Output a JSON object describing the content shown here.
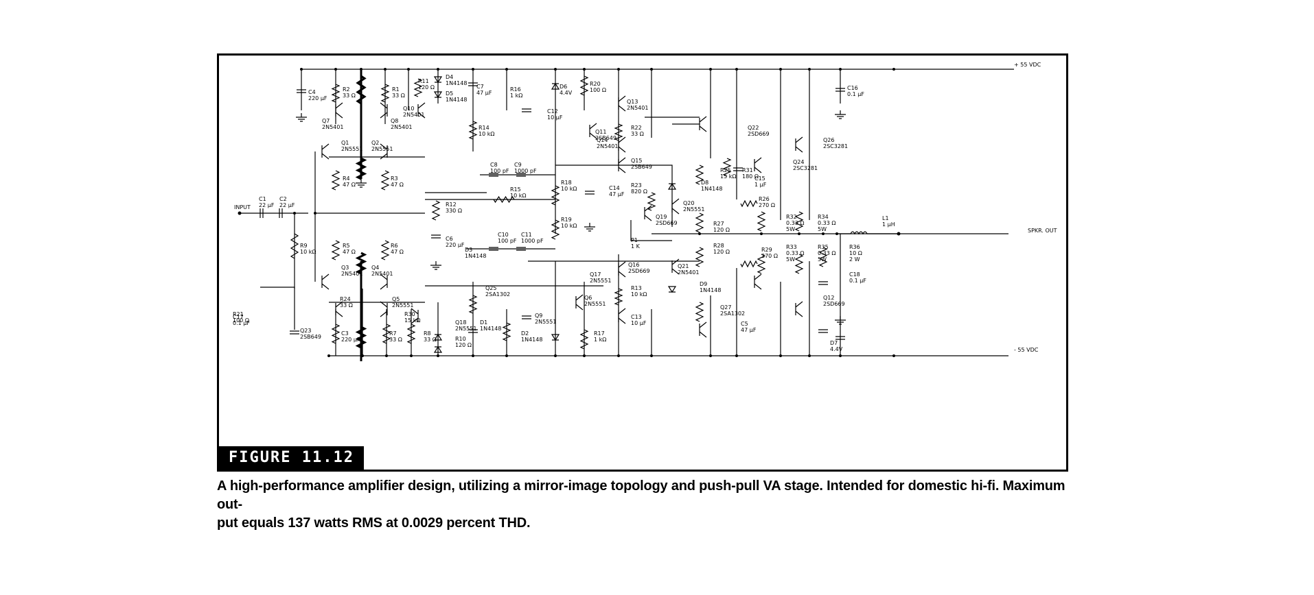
{
  "figure": {
    "label": "FIGURE 11.12",
    "caption_line1": "A high-performance amplifier design, utilizing a mirror-image topology and push-pull VA stage. Intended for domestic hi-fi. Maximum out-",
    "caption_line2": "put equals 137 watts RMS at 0.0029 percent THD."
  },
  "rails": {
    "positive": "+ 55 VDC",
    "negative": "- 55 VDC"
  },
  "terminals": {
    "input": "INPUT",
    "output": "SPKR. OUT"
  },
  "components": [
    {
      "lines": [
        "C4",
        "220 µF"
      ]
    },
    {
      "lines": [
        "R2",
        "33 Ω"
      ]
    },
    {
      "lines": [
        "R1",
        "33 Ω"
      ]
    },
    {
      "lines": [
        "R11",
        "120 Ω"
      ]
    },
    {
      "lines": [
        "D4",
        "1N4148"
      ]
    },
    {
      "lines": [
        "D5",
        "1N4148"
      ]
    },
    {
      "lines": [
        "C7",
        "47 µF"
      ]
    },
    {
      "lines": [
        "R16",
        "1 kΩ"
      ]
    },
    {
      "lines": [
        "D6",
        "4.4V"
      ]
    },
    {
      "lines": [
        "R20",
        "100 Ω"
      ]
    },
    {
      "lines": [
        "Q13",
        "2N5401"
      ]
    },
    {
      "lines": [
        "C16",
        "0.1 µF"
      ]
    },
    {
      "lines": [
        "Q7",
        "2N5401"
      ]
    },
    {
      "lines": [
        "Q8",
        "2N5401"
      ]
    },
    {
      "lines": [
        "Q10",
        "2N5401"
      ]
    },
    {
      "lines": [
        "C12",
        "10 µF"
      ]
    },
    {
      "lines": [
        "Q11",
        "2SB649"
      ]
    },
    {
      "lines": [
        "R22",
        "33 Ω"
      ]
    },
    {
      "lines": [
        "R14",
        "10 kΩ"
      ]
    },
    {
      "lines": [
        "Q22",
        "2SD669"
      ]
    },
    {
      "lines": [
        "Q1",
        "2N5551"
      ]
    },
    {
      "lines": [
        "Q2",
        "2N5551"
      ]
    },
    {
      "lines": [
        "Q14",
        "2N5401"
      ]
    },
    {
      "lines": [
        "Q15",
        "2SB649"
      ]
    },
    {
      "lines": [
        "C8",
        "100 pF"
      ]
    },
    {
      "lines": [
        "C9",
        "1000 pF"
      ]
    },
    {
      "lines": [
        "Q26",
        "2SC3281"
      ]
    },
    {
      "lines": [
        "Q24",
        "2SC3281"
      ]
    },
    {
      "lines": [
        "R4",
        "47 Ω"
      ]
    },
    {
      "lines": [
        "R3",
        "47 Ω"
      ]
    },
    {
      "lines": [
        "R25",
        "15 kΩ"
      ]
    },
    {
      "lines": [
        "R31",
        "180 Ω"
      ]
    },
    {
      "lines": [
        "C15",
        "1 µF"
      ]
    },
    {
      "lines": [
        "R18",
        "10 kΩ"
      ]
    },
    {
      "lines": [
        "D8",
        "1N4148"
      ]
    },
    {
      "lines": [
        "R15",
        "10 kΩ"
      ]
    },
    {
      "lines": [
        "C14",
        "47 µF"
      ]
    },
    {
      "lines": [
        "R23",
        "820 Ω"
      ]
    },
    {
      "lines": [
        "R26",
        "270 Ω"
      ]
    },
    {
      "lines": [
        "C1",
        "22 µF"
      ]
    },
    {
      "lines": [
        "C2",
        "22 µF"
      ]
    },
    {
      "lines": [
        "R12",
        "330 Ω"
      ]
    },
    {
      "lines": [
        "Q20",
        "2N5551"
      ]
    },
    {
      "lines": [
        "Q19",
        "2SD669"
      ]
    },
    {
      "lines": [
        "R32",
        "0.33 Ω",
        "5W"
      ]
    },
    {
      "lines": [
        "R34",
        "0.33 Ω",
        "5W"
      ]
    },
    {
      "lines": [
        "L1",
        "1 µH"
      ]
    },
    {
      "lines": [
        "R19",
        "10 kΩ"
      ]
    },
    {
      "lines": [
        "R27",
        "120 Ω"
      ]
    },
    {
      "lines": [
        "C10",
        "100 pF"
      ]
    },
    {
      "lines": [
        "C11",
        "1000 pF"
      ]
    },
    {
      "lines": [
        "C6",
        "220 µF"
      ]
    },
    {
      "lines": [
        "P1",
        "1 K"
      ]
    },
    {
      "lines": [
        "D3",
        "1N4148"
      ]
    },
    {
      "lines": [
        "R9",
        "10 kΩ"
      ]
    },
    {
      "lines": [
        "R5",
        "47 Ω"
      ]
    },
    {
      "lines": [
        "R6",
        "47 Ω"
      ]
    },
    {
      "lines": [
        "R28",
        "120 Ω"
      ]
    },
    {
      "lines": [
        "R33",
        "0.33 Ω",
        "5W"
      ]
    },
    {
      "lines": [
        "R35",
        "0.33 Ω",
        "5W"
      ]
    },
    {
      "lines": [
        "R36",
        "10 Ω",
        "2 W"
      ]
    },
    {
      "lines": [
        "R29",
        "270 Ω"
      ]
    },
    {
      "lines": [
        "Q16",
        "2SD669"
      ]
    },
    {
      "lines": [
        "Q3",
        "2N5401"
      ]
    },
    {
      "lines": [
        "Q4",
        "2N5401"
      ]
    },
    {
      "lines": [
        "Q21",
        "2N5401"
      ]
    },
    {
      "lines": [
        "Q17",
        "2N5551"
      ]
    },
    {
      "lines": [
        "C18",
        "0.1 µF"
      ]
    },
    {
      "lines": [
        "D9",
        "1N4148"
      ]
    },
    {
      "lines": [
        "Q25",
        "2SA1302"
      ]
    },
    {
      "lines": [
        "R13",
        "10 kΩ"
      ]
    },
    {
      "lines": [
        "R24",
        "33 Ω"
      ]
    },
    {
      "lines": [
        "Q5",
        "2N5551"
      ]
    },
    {
      "lines": [
        "Q6",
        "2N5551"
      ]
    },
    {
      "lines": [
        "Q12",
        "2SD669"
      ]
    },
    {
      "lines": [
        "Q27",
        "2SA1302"
      ]
    },
    {
      "lines": [
        "R30",
        "15 kΩ"
      ]
    },
    {
      "lines": [
        "Q9",
        "2N5551"
      ]
    },
    {
      "lines": [
        "C13",
        "10 µF"
      ]
    },
    {
      "lines": [
        "Q18",
        "2N5551"
      ]
    },
    {
      "lines": [
        "D1",
        "1N4148"
      ]
    },
    {
      "lines": [
        "C5",
        "47 µF"
      ]
    },
    {
      "lines": [
        "Q23",
        "2SB649"
      ]
    },
    {
      "lines": [
        "C3",
        "220 µF"
      ]
    },
    {
      "lines": [
        "R7",
        "33 Ω"
      ]
    },
    {
      "lines": [
        "R8",
        "33 Ω"
      ]
    },
    {
      "lines": [
        "R10",
        "120 Ω"
      ]
    },
    {
      "lines": [
        "D2",
        "1N4148"
      ]
    },
    {
      "lines": [
        "R17",
        "1 kΩ"
      ]
    },
    {
      "lines": [
        "D7",
        "4.4V"
      ]
    },
    {
      "lines": [
        "R21",
        "100 Ω"
      ]
    },
    {
      "lines": [
        "C17",
        "0.1 µF"
      ]
    }
  ]
}
